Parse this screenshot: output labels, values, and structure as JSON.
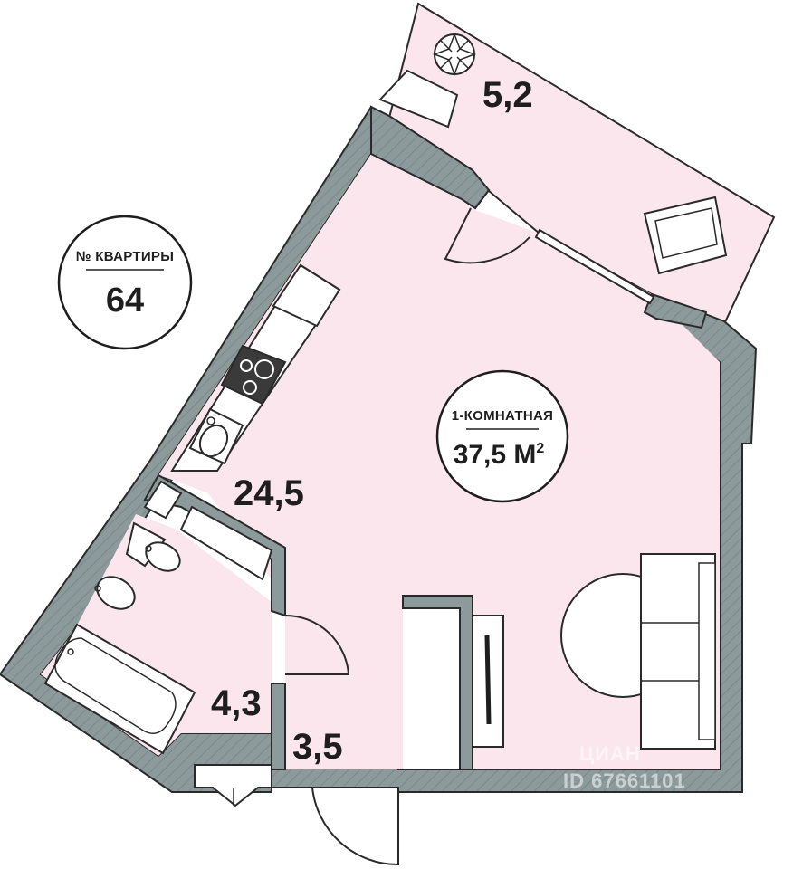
{
  "apartment_badge": {
    "label": "№ КВАРТИРЫ",
    "number": "64"
  },
  "summary_badge": {
    "type_label": "1-КОМНАТНАЯ",
    "area_value": "37,5 М",
    "area_superscript": "2"
  },
  "room_areas": {
    "balcony": "5,2",
    "living": "24,5",
    "bathroom": "4,3",
    "hallway": "3,5"
  },
  "watermark": {
    "brand": "ЦИАН",
    "id_text": "ID 67661101"
  },
  "colors": {
    "wall": "#8c9a9c",
    "wall_outline": "#2a2a2a",
    "floor": "#fbe6ee",
    "fixture_stroke": "#333333",
    "badge_stroke": "#1e1e1e"
  }
}
